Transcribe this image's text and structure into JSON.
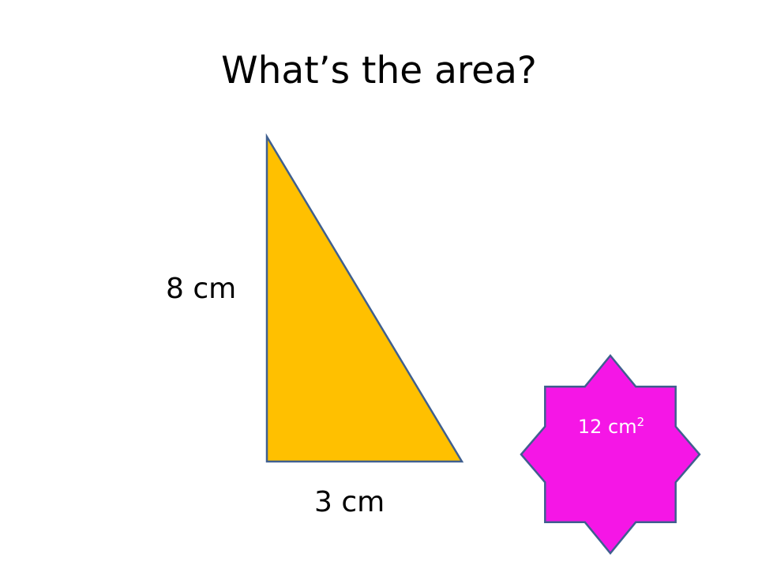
{
  "title": "What’s the area?",
  "triangle": {
    "height_label": "8 cm",
    "base_label": "3 cm",
    "fill_color": "#FFC000",
    "stroke_color": "#3F5F8F"
  },
  "answer": {
    "value": "12 cm",
    "exponent": "2",
    "shape": "8-point-star",
    "fill_color": "#F516E6",
    "stroke_color": "#3F5F8F",
    "text_color": "#FFFFFF"
  }
}
